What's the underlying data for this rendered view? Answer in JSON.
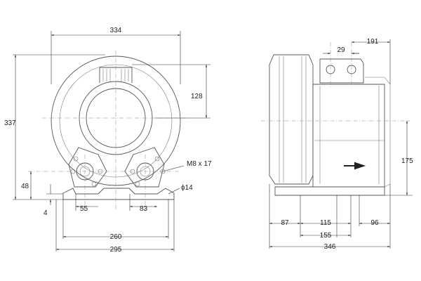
{
  "front_view": {
    "width_label": "334",
    "height_label": "337",
    "inlet_offset_label": "128",
    "thread_label": "M8 x 17",
    "base_height_label": "48",
    "flange_thickness_label": "4",
    "hole_diameter_label": "ϕ14",
    "left_hole_label": "55",
    "right_hole_label": "83",
    "base_inner_label": "260",
    "base_outer_label": "295"
  },
  "side_view": {
    "box_width_label": "29",
    "box_offset_label": "191",
    "shaft_height_label": "175",
    "front_offset_label": "87",
    "foot_spacing_label": "115",
    "rear_offset_label": "96",
    "foot_outer_label": "155",
    "total_length_label": "346"
  }
}
